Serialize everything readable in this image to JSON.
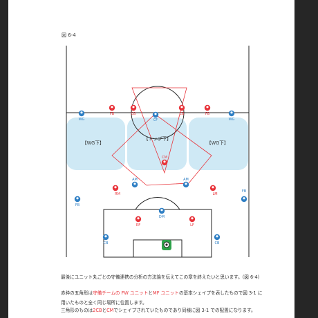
{
  "figure": {
    "label": "図 6-4"
  },
  "zones": {
    "wg_left": "【WG下】",
    "top": "【トップ下】",
    "wg_right": "【WG下】"
  },
  "players": {
    "red": [
      {
        "label": "CB"
      },
      {
        "label": "CB"
      },
      {
        "label": "FB"
      },
      {
        "label": "FB"
      },
      {
        "label": "CM"
      },
      {
        "label": "RM"
      },
      {
        "label": "LM"
      },
      {
        "label": "RF"
      },
      {
        "label": "LF"
      }
    ],
    "blue": [
      {
        "label": "WG"
      },
      {
        "label": "WG"
      },
      {
        "label": "CF"
      },
      {
        "label": "AM"
      },
      {
        "label": "AM"
      },
      {
        "label": "FB"
      },
      {
        "label": "FB"
      },
      {
        "label": "DM"
      },
      {
        "label": "CB"
      },
      {
        "label": "CB"
      }
    ]
  },
  "text": {
    "line1": "最後にユニット丸ごとの守備連携の分析の方法論を伝えてこの章を終えたいと思います。(図 6-4)",
    "line2": {
      "p1": "赤枠の五角形は",
      "p2": "守備チームの FW ユニット",
      "p3": "と",
      "p4": "MF ユニット",
      "p5": "の基本シェイプを表したもので図 3-1 に"
    },
    "line3": "用いたものと全く同じ場所に位置します。",
    "line4": {
      "p1": "三角形のものは",
      "p2": "2CB",
      "p3": "と",
      "p4": "CM",
      "p5": "でシェイプされていたものであり同様に図 3-1 での配置になります。"
    }
  },
  "colors": {
    "red_team": "#e8333a",
    "blue_team": "#2f7fc4",
    "zone_fill": "#cfe9f5",
    "keeper": "#2da24a"
  }
}
